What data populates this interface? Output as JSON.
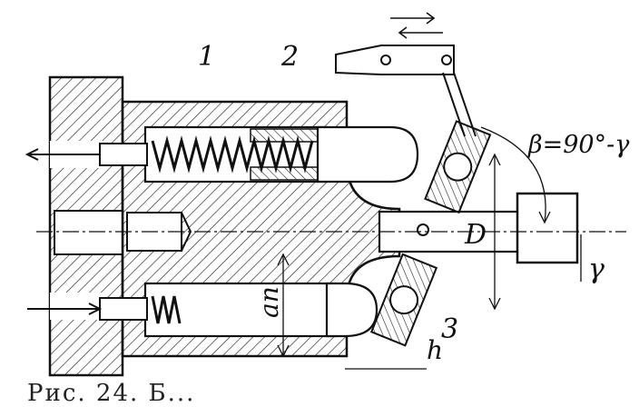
{
  "labels": {
    "part1": "1",
    "part2": "2",
    "part3": "3",
    "beta": "β=90°-γ",
    "diameter": "D",
    "gamma": "γ",
    "a_n": "aп",
    "h": "h"
  },
  "caption": "Рис. 24. Б..."
}
